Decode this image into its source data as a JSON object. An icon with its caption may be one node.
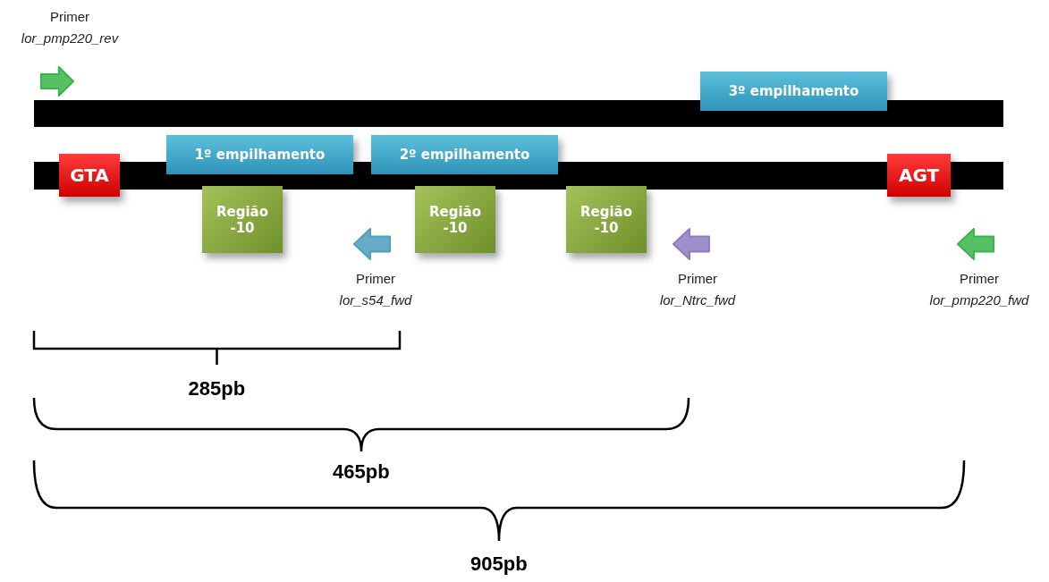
{
  "diagram": {
    "nodes": [
      {
        "text": [],
        "shape": "arrow",
        "beside": [
          "Primer",
          "lor_pmp220_rev"
        ]
      },
      {
        "text": [
          "3º empilhamento"
        ]
      },
      {
        "text": [
          "GTA"
        ]
      },
      {
        "text": [
          "1º empilhamento"
        ]
      },
      {
        "text": [
          "2º empilhamento"
        ]
      },
      {
        "text": [
          "AGT"
        ]
      },
      {
        "text": [
          "Região -10"
        ]
      },
      {
        "text": [
          "Região -10"
        ]
      },
      {
        "text": [
          "Região -10"
        ]
      },
      {
        "text": [],
        "shape": "arrow",
        "beside": [
          "Primer",
          "lor_s54_fwd"
        ]
      },
      {
        "text": [],
        "shape": "arrow",
        "beside": [
          "Primer",
          "lor_Ntrc_fwd"
        ]
      },
      {
        "text": [],
        "shape": "arrow",
        "beside": [
          "Primer",
          "lor_pmp220_fwd"
        ]
      }
    ],
    "labels": [
      "285pb",
      "465pb",
      "905pb"
    ]
  }
}
